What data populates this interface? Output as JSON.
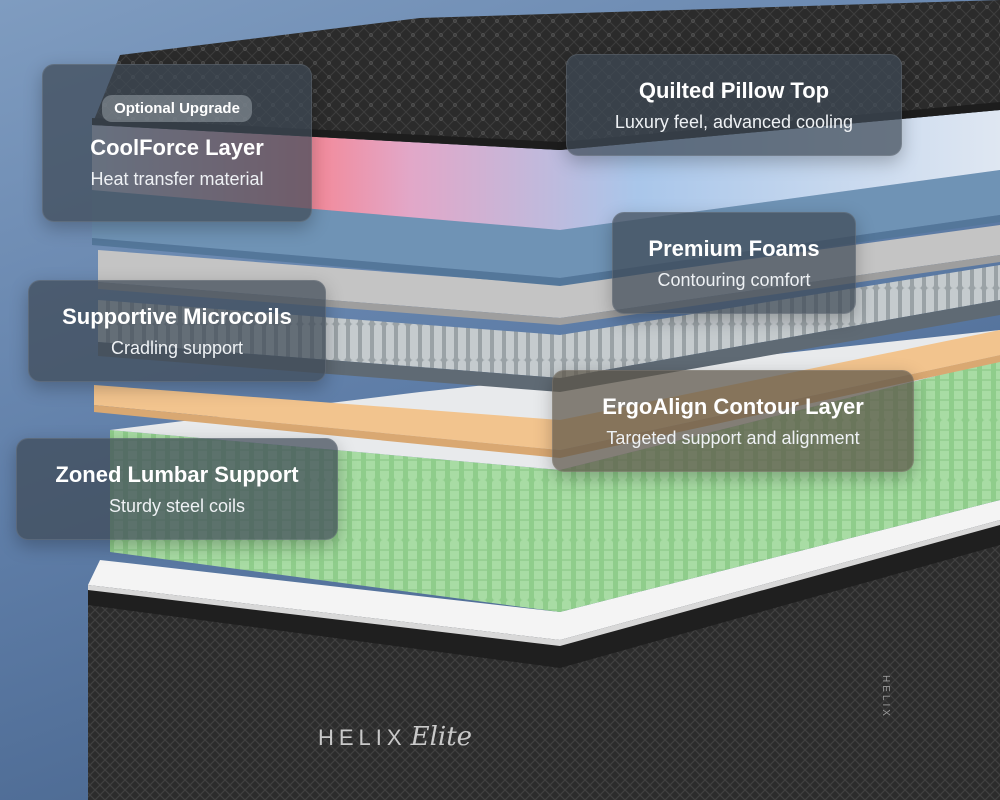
{
  "callouts": {
    "coolforce": {
      "badge": "Optional Upgrade",
      "title": "CoolForce Layer",
      "subtitle": "Heat transfer material"
    },
    "quilted": {
      "title": "Quilted Pillow Top",
      "subtitle": "Luxury feel, advanced cooling"
    },
    "premium_foams": {
      "title": "Premium Foams",
      "subtitle": "Contouring comfort"
    },
    "microcoils": {
      "title": "Supportive Microcoils",
      "subtitle": "Cradling support"
    },
    "ergoalign": {
      "title": "ErgoAlign Contour Layer",
      "subtitle": "Targeted support and alignment"
    },
    "lumbar": {
      "title": "Zoned Lumbar Support",
      "subtitle": "Sturdy steel coils"
    }
  },
  "brand": {
    "name": "HELIX",
    "edition": "Elite",
    "side_label": "HELIX"
  },
  "colors": {
    "background": "#5f7ea8",
    "quilted_top": "#2a2a2a",
    "cooling_layer": "#c9d2e6",
    "blue_foam": "#6f93b5",
    "gray_foam": "#bdbdbd",
    "microcoils": "#a9b0b3",
    "contour_layer": "#f2c48e",
    "lumbar_coils": "#9ed39a",
    "base_white": "#f4f4f4",
    "base_fabric": "#2b2b2b",
    "callout_bg": "#3e4a56"
  }
}
